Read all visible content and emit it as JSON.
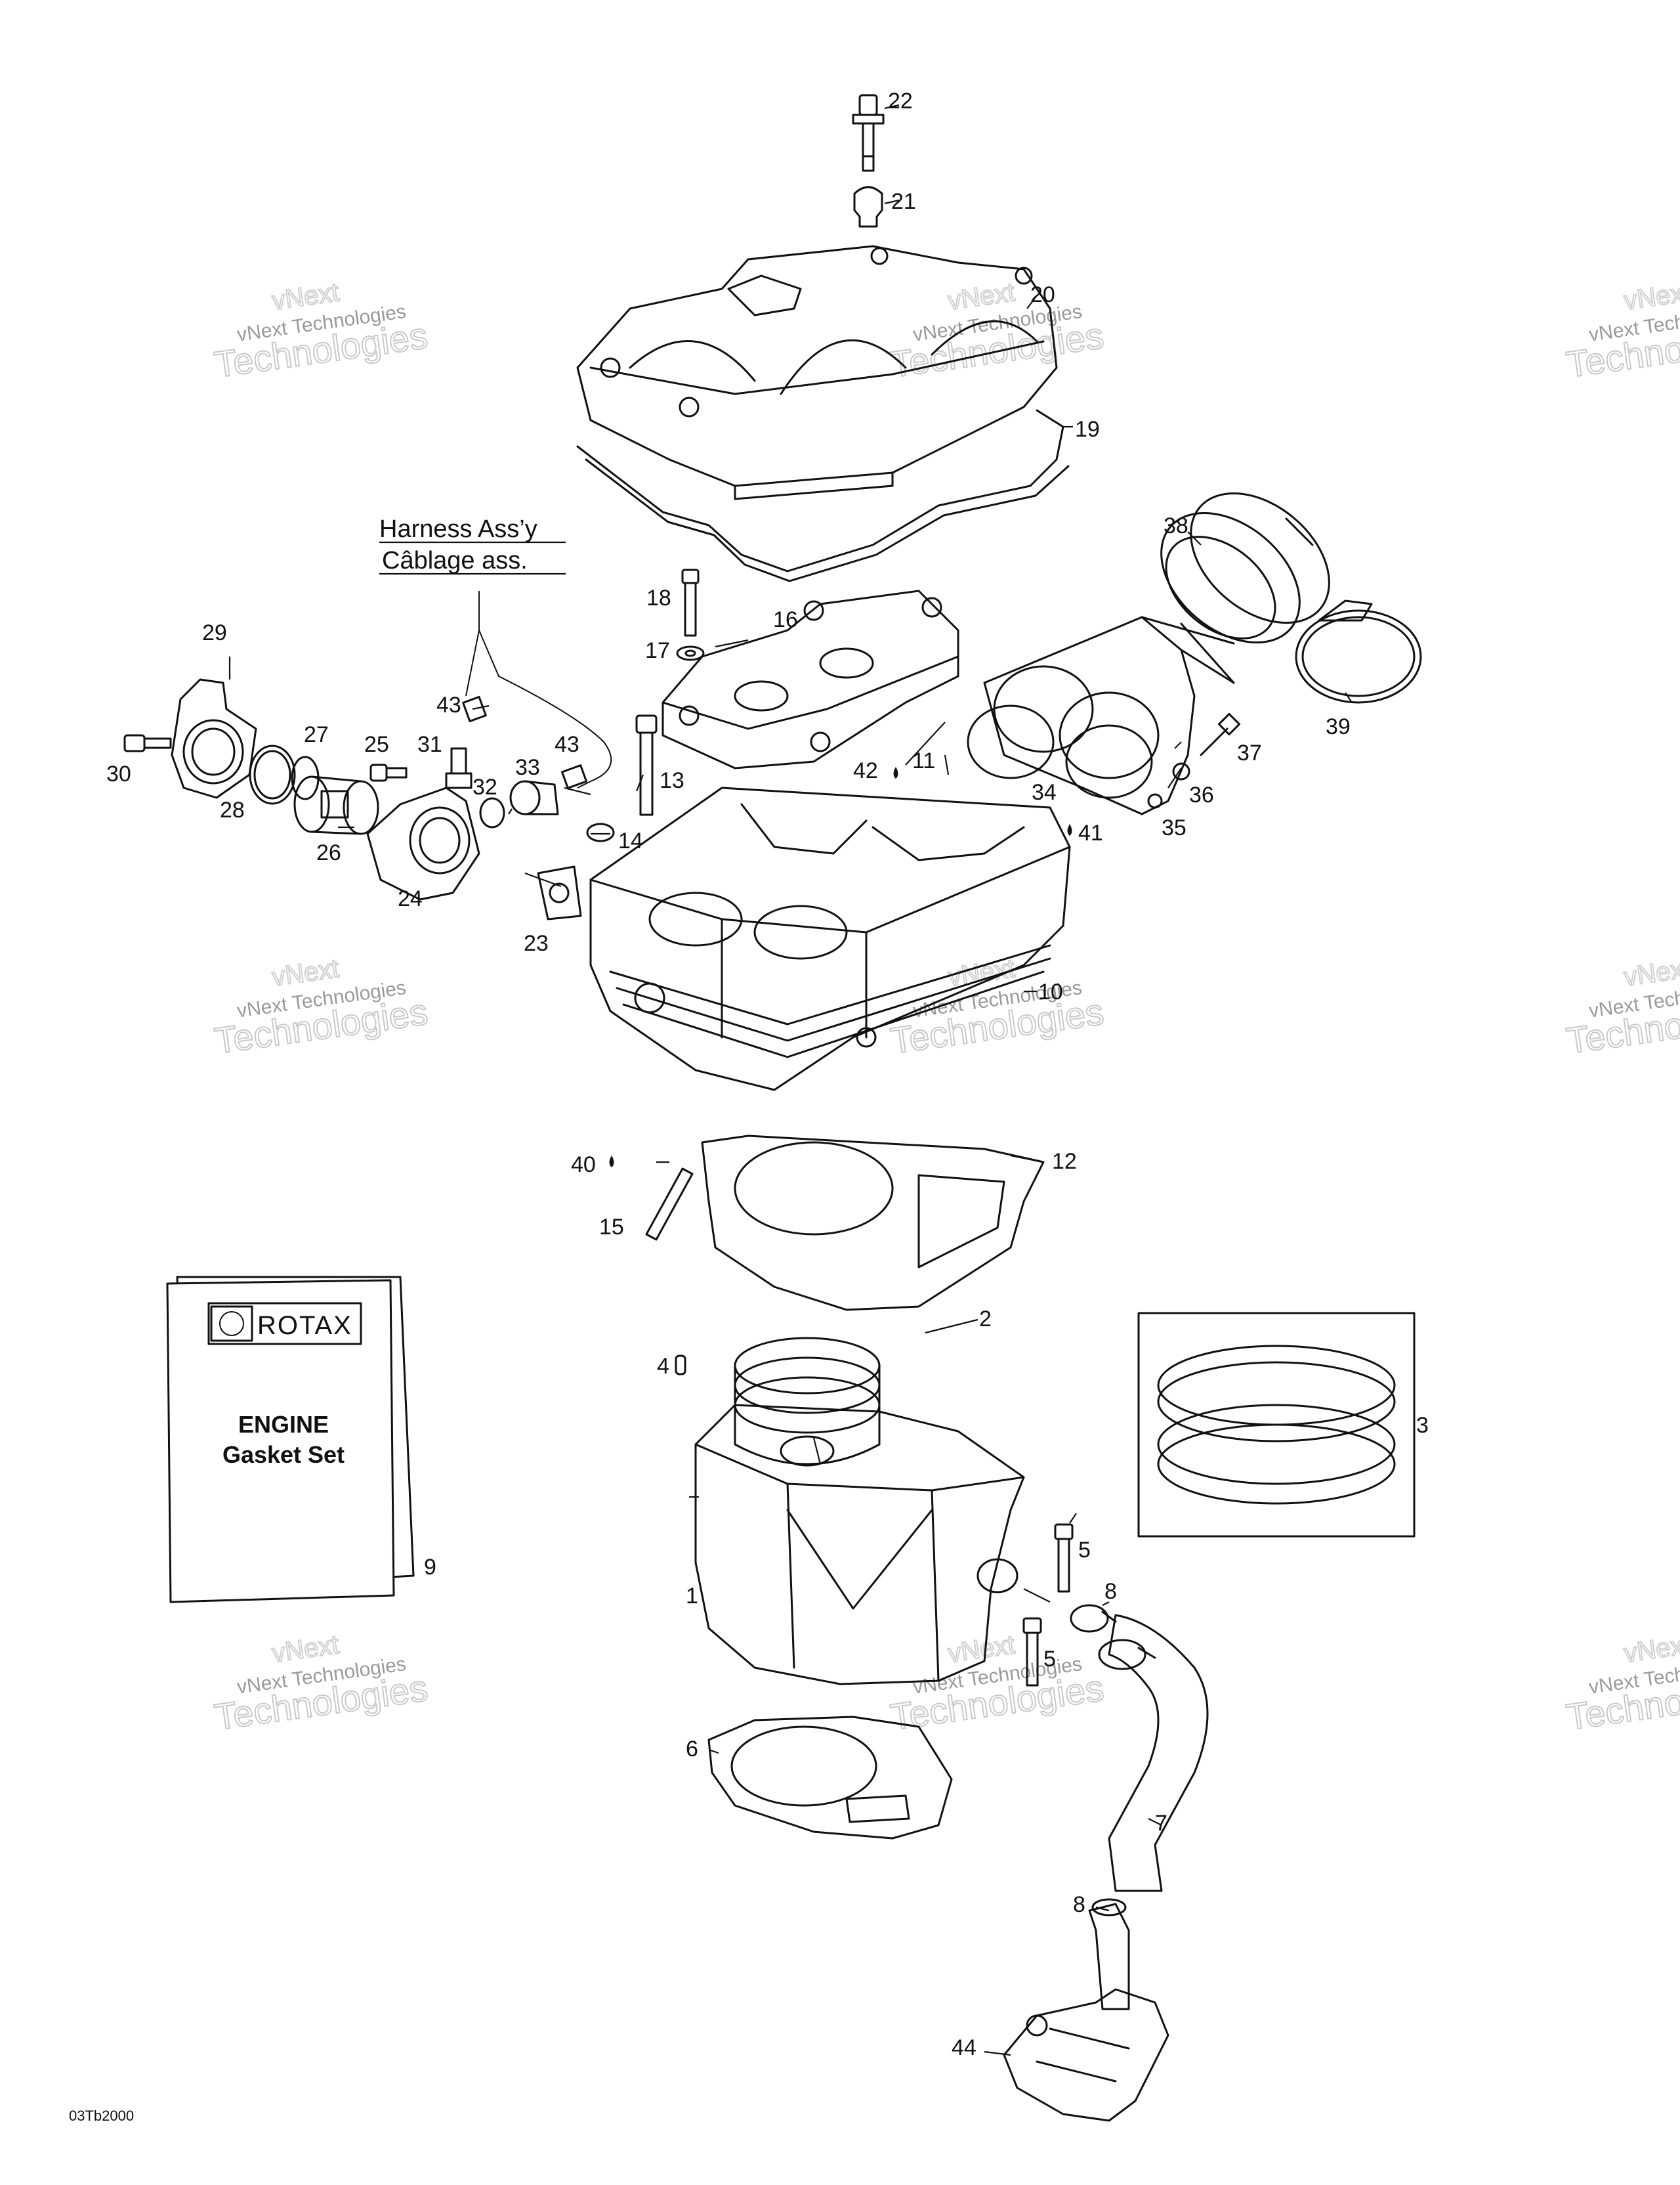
{
  "figure_code": "03Tb2000",
  "harness_label": {
    "line1": "Harness Ass’y",
    "line2": "Câblage ass."
  },
  "manual": {
    "brand": "ROTAX",
    "line1": "ENGINE",
    "line2": "Gasket Set"
  },
  "watermark": {
    "line1": "vNext",
    "line2": "vNext Technologies",
    "line3": "Technologies"
  },
  "part_labels": [
    {
      "id": "22",
      "text": "22"
    },
    {
      "id": "21",
      "text": "21"
    },
    {
      "id": "20",
      "text": "20"
    },
    {
      "id": "19",
      "text": "19"
    },
    {
      "id": "38",
      "text": "38"
    },
    {
      "id": "18",
      "text": "18"
    },
    {
      "id": "16",
      "text": "16"
    },
    {
      "id": "17",
      "text": "17"
    },
    {
      "id": "29",
      "text": "29"
    },
    {
      "id": "43a",
      "text": "43"
    },
    {
      "id": "27",
      "text": "27"
    },
    {
      "id": "25",
      "text": "25"
    },
    {
      "id": "31",
      "text": "31"
    },
    {
      "id": "43b",
      "text": "43"
    },
    {
      "id": "30",
      "text": "30"
    },
    {
      "id": "32",
      "text": "32"
    },
    {
      "id": "33",
      "text": "33"
    },
    {
      "id": "13",
      "text": "13"
    },
    {
      "id": "42",
      "text": "42"
    },
    {
      "id": "11",
      "text": "11"
    },
    {
      "id": "37",
      "text": "37"
    },
    {
      "id": "39",
      "text": "39"
    },
    {
      "id": "28",
      "text": "28"
    },
    {
      "id": "26",
      "text": "26"
    },
    {
      "id": "24",
      "text": "24"
    },
    {
      "id": "14",
      "text": "14"
    },
    {
      "id": "34",
      "text": "34"
    },
    {
      "id": "36",
      "text": "36"
    },
    {
      "id": "35",
      "text": "35"
    },
    {
      "id": "41",
      "text": "41"
    },
    {
      "id": "23",
      "text": "23"
    },
    {
      "id": "10",
      "text": "10"
    },
    {
      "id": "40",
      "text": "40"
    },
    {
      "id": "12",
      "text": "12"
    },
    {
      "id": "15",
      "text": "15"
    },
    {
      "id": "2",
      "text": "2"
    },
    {
      "id": "4",
      "text": "4"
    },
    {
      "id": "3",
      "text": "3"
    },
    {
      "id": "9",
      "text": "9"
    },
    {
      "id": "5a",
      "text": "5"
    },
    {
      "id": "8a",
      "text": "8"
    },
    {
      "id": "1",
      "text": "1"
    },
    {
      "id": "5b",
      "text": "5"
    },
    {
      "id": "6",
      "text": "6"
    },
    {
      "id": "7",
      "text": "7"
    },
    {
      "id": "8b",
      "text": "8"
    },
    {
      "id": "44",
      "text": "44"
    }
  ]
}
